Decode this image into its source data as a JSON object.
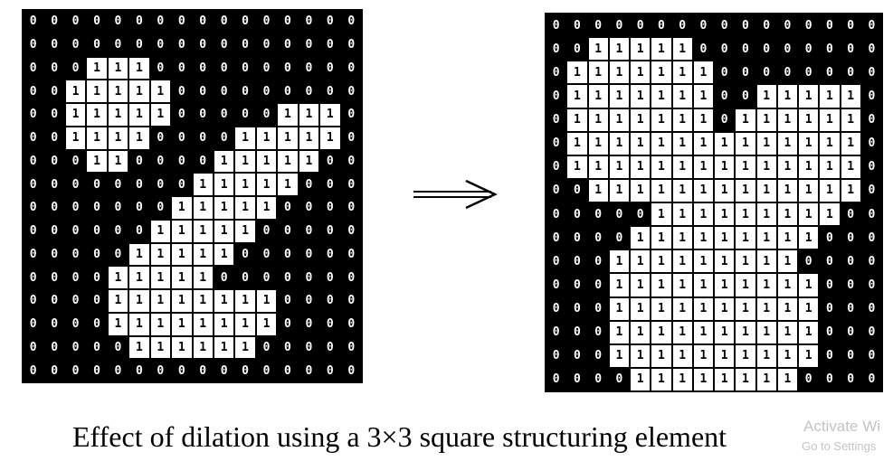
{
  "left_grid": {
    "rows": [
      "0000000000000000",
      "0000000000000000",
      "0001110000000000",
      "0011111000000000",
      "0011111000001110",
      "0011110000111110",
      "0001100001111100",
      "0000000011111000",
      "0000000111110000",
      "0000001111100000",
      "0000011111000000",
      "0000111110000000",
      "0000111111110000",
      "0000111111110000",
      "0000011111100000",
      "0000000000000000"
    ]
  },
  "right_grid": {
    "rows": [
      "0000000000000000",
      "0011111000000000",
      "0111111100000000",
      "0111111100111110",
      "0111111101111110",
      "0111111111111110",
      "0111111111111110",
      "0011111111111110",
      "0000011111111100",
      "0000111111111000",
      "0001111111110000",
      "0001111111111000",
      "0001111111111000",
      "0001111111111000",
      "0001111111111000",
      "0000111111110000"
    ]
  },
  "caption": "Effect of dilation using a 3×3 square structuring element",
  "watermark": {
    "line1": "Activate Wi",
    "line2": "Go to Settings"
  },
  "colors": {
    "background": "#000000",
    "foreground": "#ffffff"
  }
}
